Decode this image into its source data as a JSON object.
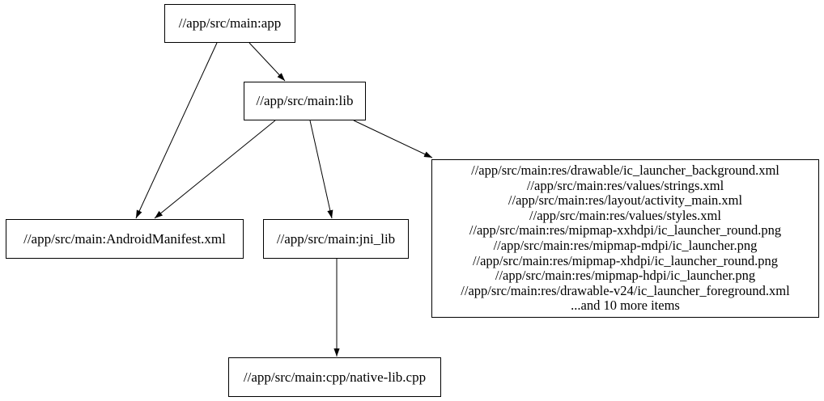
{
  "diagram": {
    "type": "dependency-graph",
    "nodes": {
      "app": {
        "label": "//app/src/main:app"
      },
      "lib": {
        "label": "//app/src/main:lib"
      },
      "android_manifest": {
        "label": "//app/src/main:AndroidManifest.xml"
      },
      "jni_lib": {
        "label": "//app/src/main:jni_lib"
      },
      "res_group": {
        "lines": [
          "//app/src/main:res/drawable/ic_launcher_background.xml",
          "//app/src/main:res/values/strings.xml",
          "//app/src/main:res/layout/activity_main.xml",
          "//app/src/main:res/values/styles.xml",
          "//app/src/main:res/mipmap-xxhdpi/ic_launcher_round.png",
          "//app/src/main:res/mipmap-mdpi/ic_launcher.png",
          "//app/src/main:res/mipmap-xhdpi/ic_launcher_round.png",
          "//app/src/main:res/mipmap-hdpi/ic_launcher.png",
          "//app/src/main:res/drawable-v24/ic_launcher_foreground.xml",
          "...and 10 more items"
        ]
      },
      "native_lib_cpp": {
        "label": "//app/src/main:cpp/native-lib.cpp"
      }
    },
    "edges": [
      {
        "from": "app",
        "to": "lib"
      },
      {
        "from": "app",
        "to": "android_manifest"
      },
      {
        "from": "lib",
        "to": "android_manifest"
      },
      {
        "from": "lib",
        "to": "jni_lib"
      },
      {
        "from": "lib",
        "to": "res_group"
      },
      {
        "from": "jni_lib",
        "to": "native_lib_cpp"
      }
    ],
    "colors": {
      "background": "#ffffff",
      "node_fill": "#ffffff",
      "node_border": "#000000",
      "edge": "#000000"
    }
  }
}
